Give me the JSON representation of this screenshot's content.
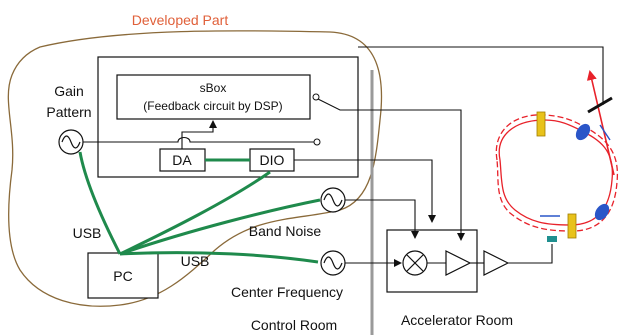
{
  "labels": {
    "developed_part": "Developed Part",
    "gain_pattern_line1": "Gain",
    "gain_pattern_line2": "Pattern",
    "sbox_title": "sBox",
    "sbox_subtitle": "(Feedback circuit by DSP)",
    "da": "DA",
    "dio": "DIO",
    "usb_left": "USB",
    "usb_right": "USB",
    "pc": "PC",
    "band_noise": "Band Noise",
    "center_frequency": "Center Frequency",
    "control_room": "Control Room",
    "accelerator_room": "Accelerator Room"
  },
  "colors": {
    "developed_part": "#e0603a",
    "usb_cable": "#1f8a4c",
    "beam": "#e8222a",
    "magnet_yellow": "#e8c21a",
    "magnet_blue": "#2a56c8",
    "divider": "#9a9a9a",
    "pickup_teal": "#1f8f8f"
  },
  "icons": [
    "oscillator-icon",
    "mixer-icon",
    "amplifier-icon",
    "mirror-icon",
    "beam-arrow-icon"
  ]
}
